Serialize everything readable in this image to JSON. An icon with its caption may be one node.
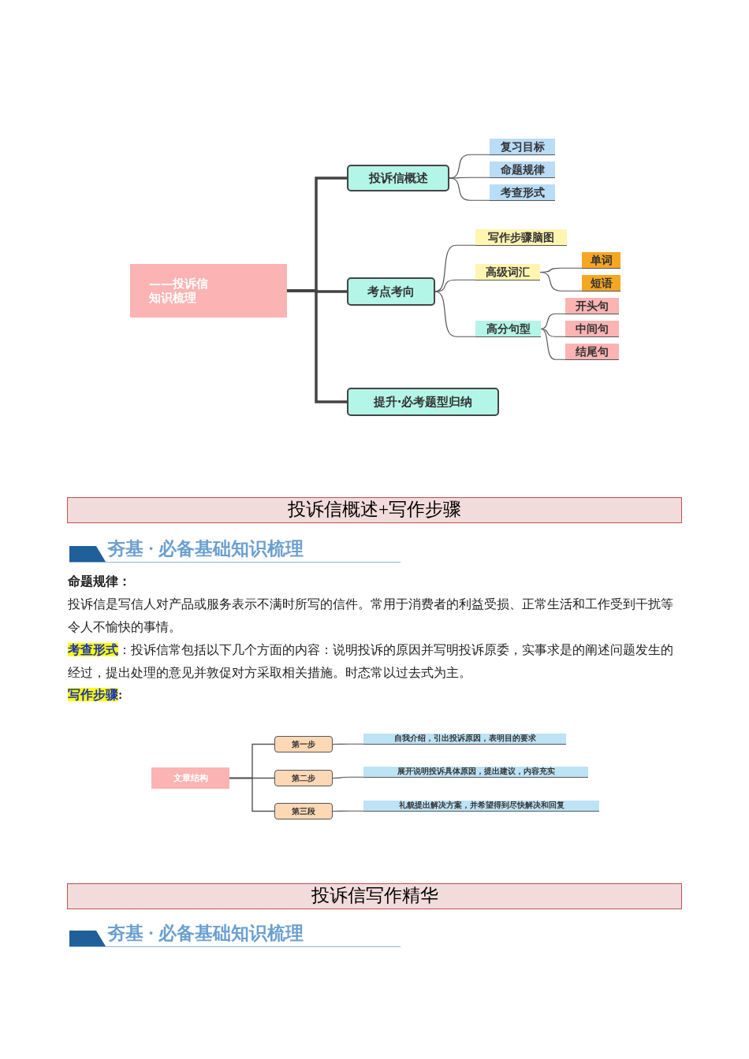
{
  "diagram": {
    "nodes": [
      {
        "text": [
          "——投诉信",
          "知识梳理"
        ]
      },
      {
        "text": [
          "投诉信概述"
        ]
      },
      {
        "text": [
          "复习目标"
        ]
      },
      {
        "text": [
          "命题规律"
        ]
      },
      {
        "text": [
          "考查形式"
        ]
      },
      {
        "text": [
          "考点考向"
        ]
      },
      {
        "text": [
          "写作步骤脑图"
        ]
      },
      {
        "text": [
          "高级词汇"
        ]
      },
      {
        "text": [
          "单词"
        ]
      },
      {
        "text": [
          "短语"
        ]
      },
      {
        "text": [
          "高分句型"
        ]
      },
      {
        "text": [
          "开头句"
        ]
      },
      {
        "text": [
          "中间句"
        ]
      },
      {
        "text": [
          "结尾句"
        ]
      },
      {
        "text": [
          "提升·必考题型归纳"
        ]
      },
      {
        "text": [
          "文章结构"
        ]
      },
      {
        "text": [
          "第一步"
        ]
      },
      {
        "text": [
          "第二步"
        ]
      },
      {
        "text": [
          "第三段"
        ]
      },
      {
        "text": [
          "自我介绍，引出投诉原因，表明目的要求"
        ]
      },
      {
        "text": [
          "展开说明投诉具体原因，提出建议，内容充实"
        ]
      },
      {
        "text": [
          "礼貌提出解决方案，并希望得到尽快解决和回复"
        ]
      }
    ],
    "edges": [
      {
        "from": 0,
        "to": 1,
        "arrow": "none",
        "style": "thick"
      },
      {
        "from": 0,
        "to": 5,
        "arrow": "none",
        "style": "thick"
      },
      {
        "from": 0,
        "to": 14,
        "arrow": "none",
        "style": "thick"
      },
      {
        "from": 1,
        "to": 2,
        "arrow": "none"
      },
      {
        "from": 1,
        "to": 3,
        "arrow": "none"
      },
      {
        "from": 1,
        "to": 4,
        "arrow": "none"
      },
      {
        "from": 5,
        "to": 6,
        "arrow": "none"
      },
      {
        "from": 5,
        "to": 7,
        "arrow": "none"
      },
      {
        "from": 5,
        "to": 10,
        "arrow": "none"
      },
      {
        "from": 7,
        "to": 8,
        "arrow": "none"
      },
      {
        "from": 7,
        "to": 9,
        "arrow": "none"
      },
      {
        "from": 10,
        "to": 11,
        "arrow": "none"
      },
      {
        "from": 10,
        "to": 12,
        "arrow": "none"
      },
      {
        "from": 10,
        "to": 13,
        "arrow": "none"
      },
      {
        "from": 15,
        "to": 16,
        "arrow": "none"
      },
      {
        "from": 15,
        "to": 17,
        "arrow": "none"
      },
      {
        "from": 15,
        "to": 18,
        "arrow": "none"
      },
      {
        "from": 16,
        "to": 19,
        "arrow": "none"
      },
      {
        "from": 17,
        "to": 20,
        "arrow": "none"
      },
      {
        "from": 18,
        "to": 21,
        "arrow": "none"
      }
    ],
    "labels": [
      "投诉信概述+写作步骤",
      "夯基 · 必备基础知识梳理",
      "命题规律：",
      "投诉信是写信人对产品或服务表示不满时所写的信件。常用于消费者的利益受损、正常生活和工作受到干扰等令人不愉快的事情。",
      "**考查形式**：投诉信常包括以下几个方面的内容：说明投诉的原因并写明投诉原委，实事求是的阐述问题发生的经过，提出处理的意见并敦促对方采取相关措施。时态常以过去式为主。",
      "**写作步骤**:",
      "投诉信写作精华",
      "夯基 · 必备基础知识梳理"
    ]
  }
}
